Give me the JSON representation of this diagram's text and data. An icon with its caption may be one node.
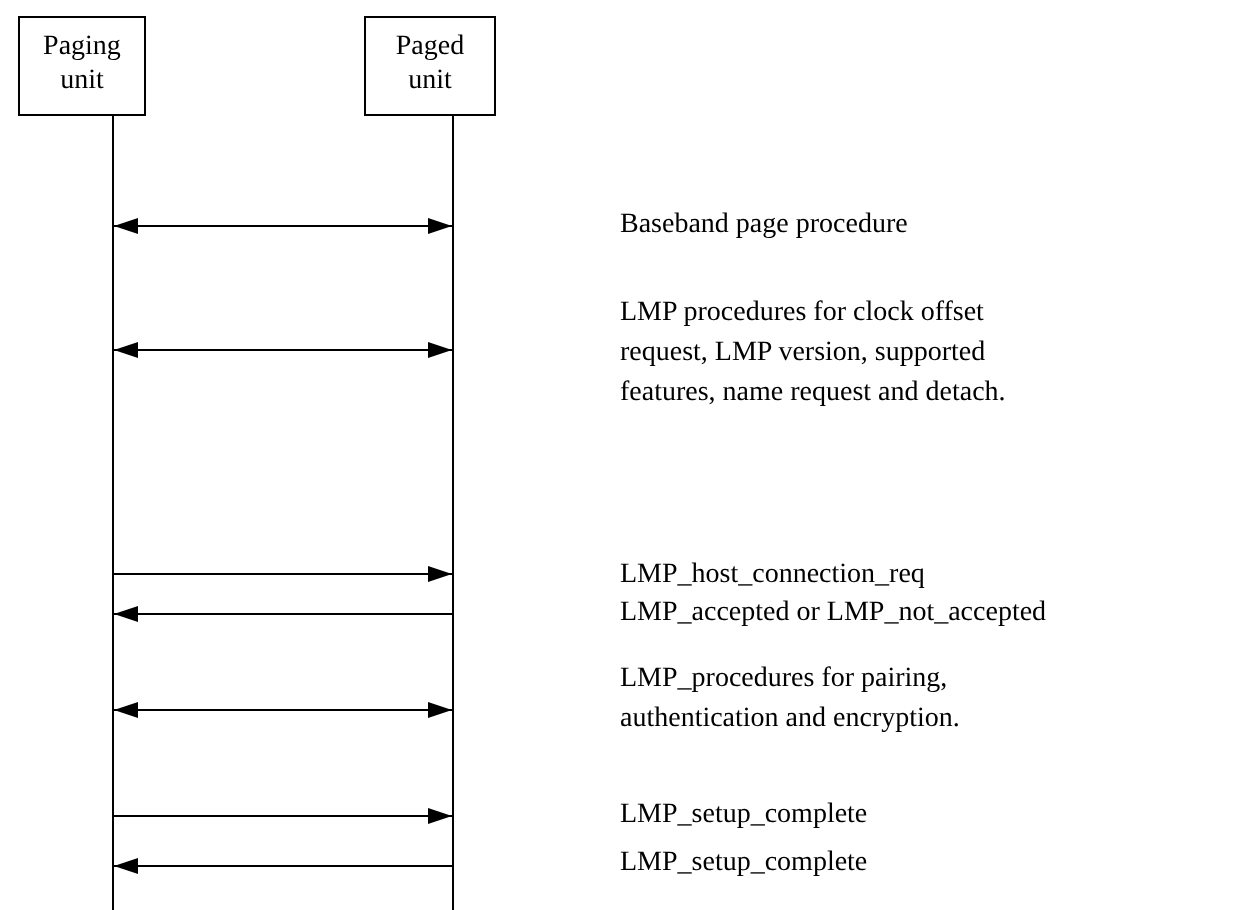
{
  "diagram": {
    "nodes": [
      {
        "text": [
          "Paging unit"
        ]
      },
      {
        "text": [
          "Paged unit"
        ]
      },
      {
        "text": [],
        "shape": "line"
      },
      {
        "text": [],
        "shape": "line"
      }
    ],
    "edges": [
      {
        "from": 2,
        "to": 3,
        "arrow": "both"
      },
      {
        "from": 2,
        "to": 3,
        "arrow": "both"
      },
      {
        "from": 2,
        "to": 3,
        "arrow": "to"
      },
      {
        "from": 3,
        "to": 2,
        "arrow": "to"
      },
      {
        "from": 2,
        "to": 3,
        "arrow": "both"
      },
      {
        "from": 2,
        "to": 3,
        "arrow": "to"
      },
      {
        "from": 3,
        "to": 2,
        "arrow": "to"
      }
    ],
    "labels": [
      "Baseband page procedure",
      "LMP procedures for clock offset request, LMP version, supported features, name request and detach.",
      "LMP_host_connection_req",
      "LMP_accepted or LMP_not_accepted",
      "LMP_procedures for pairing, authentication and encryption.",
      "LMP_setup_complete",
      "LMP_setup_complete"
    ]
  }
}
